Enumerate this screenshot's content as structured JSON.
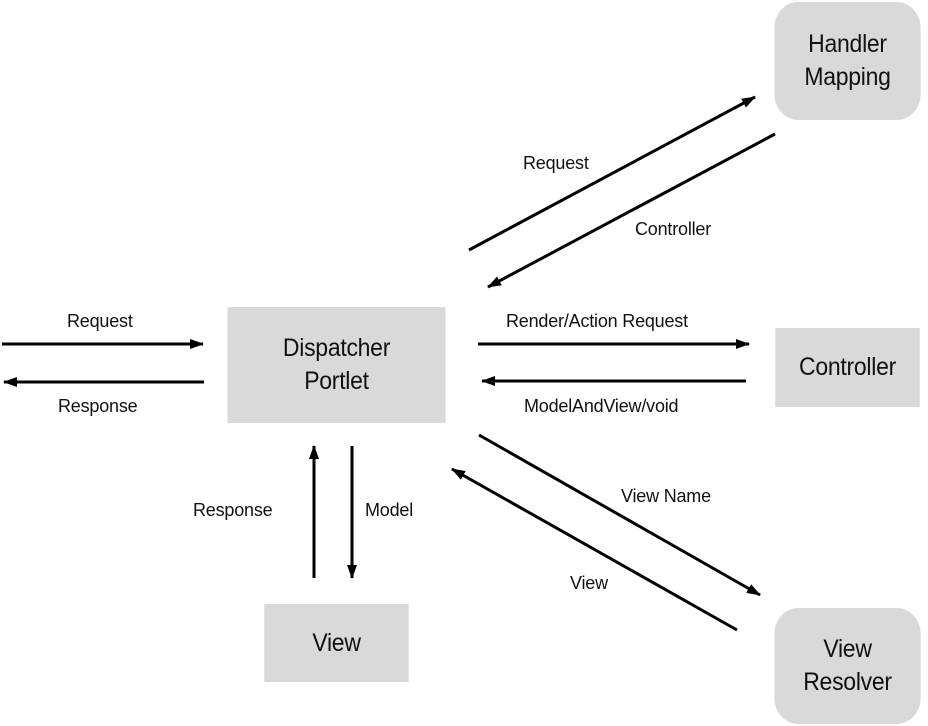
{
  "nodes": {
    "dispatcher": {
      "line1": "Dispatcher",
      "line2": "Portlet"
    },
    "handler_mapping": {
      "line1": "Handler",
      "line2": "Mapping"
    },
    "controller": {
      "label": "Controller"
    },
    "view_resolver": {
      "line1": "View",
      "line2": "Resolver"
    },
    "view": {
      "label": "View"
    }
  },
  "edges": {
    "client_request": "Request",
    "client_response": "Response",
    "hm_request": "Request",
    "hm_controller": "Controller",
    "ctrl_request": "Render/Action Request",
    "ctrl_return": "ModelAndView/void",
    "vr_view_name": "View Name",
    "vr_view": "View",
    "view_response": "Response",
    "view_model": "Model"
  }
}
